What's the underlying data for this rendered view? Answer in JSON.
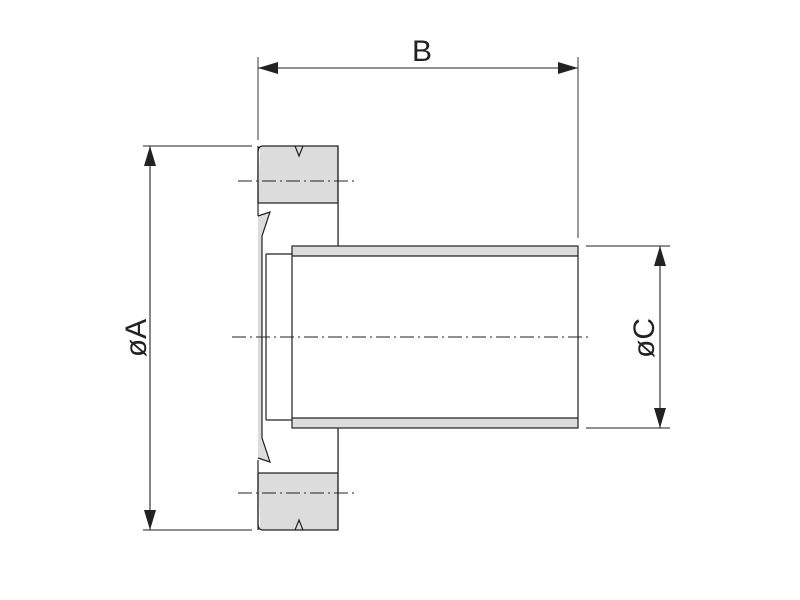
{
  "dimensions": {
    "overall_length": "B",
    "flange_diameter": "øA",
    "tube_diameter": "øC"
  },
  "colors": {
    "line": "#222222",
    "shading": "#dcdcdc",
    "background": "#ffffff"
  }
}
